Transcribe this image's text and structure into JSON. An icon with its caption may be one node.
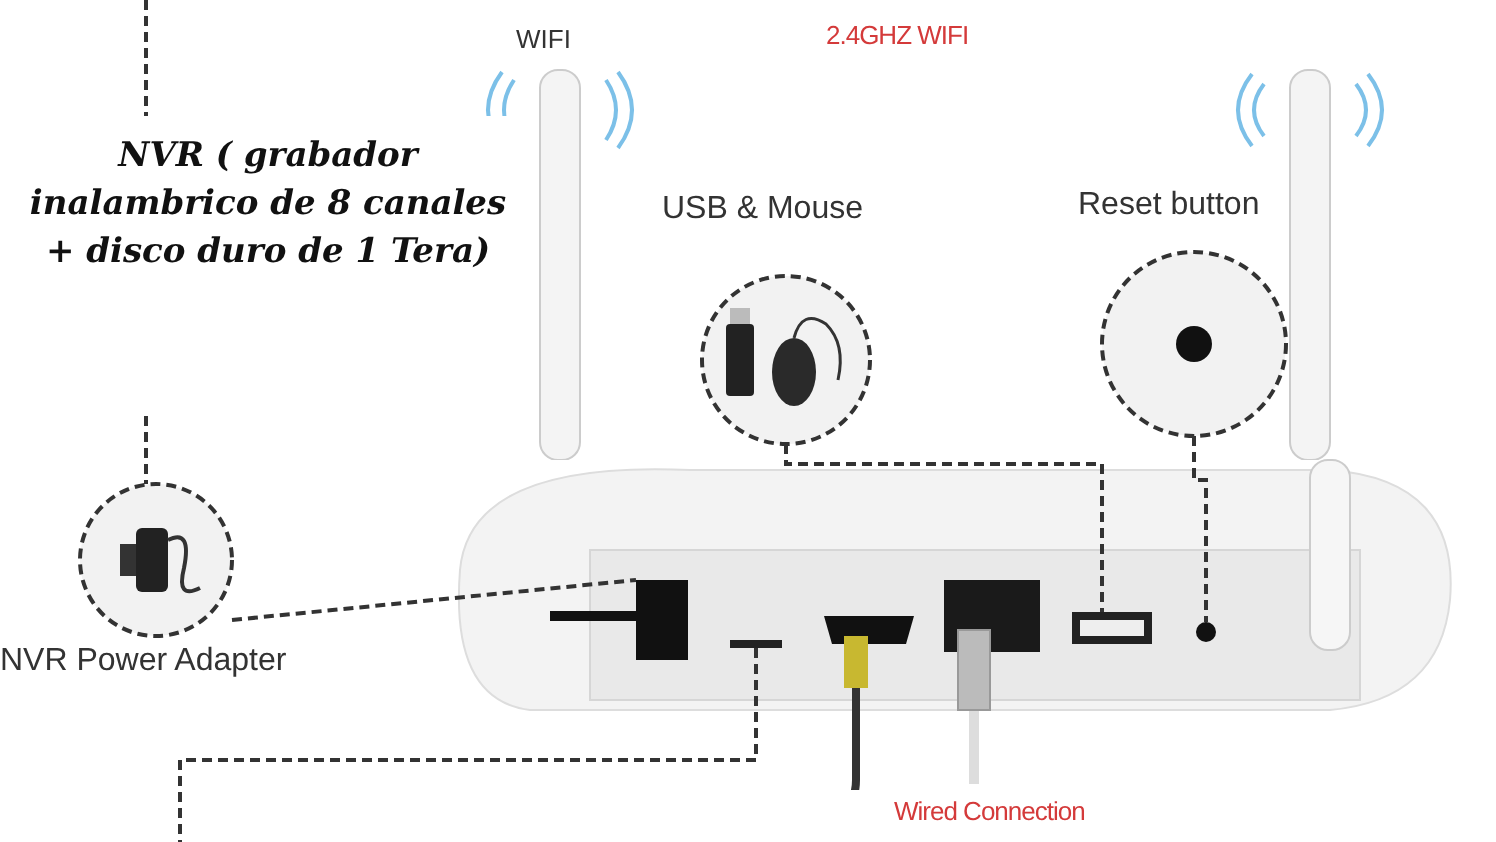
{
  "diagram": {
    "nodes": [
      {
        "text": [
          "NVR ( grabador inalambrico de 8 canales + disco duro de 1 Tera)"
        ]
      },
      {
        "text": [
          "NVR Power Adapter"
        ]
      },
      {
        "text": [
          "USB & Mouse"
        ]
      },
      {
        "text": [
          "Reset button"
        ]
      },
      {
        "text": [],
        "shape": "picture"
      },
      {
        "text": [],
        "shape": "box",
        "in": 4
      },
      {
        "text": [],
        "shape": "box",
        "in": 4
      },
      {
        "text": [],
        "shape": "circle",
        "in": 4
      },
      {
        "text": [],
        "shape": "box",
        "in": 4
      }
    ],
    "edges": [
      {
        "from": null,
        "to": 1,
        "arrow": "none",
        "style": "dashed"
      },
      {
        "from": 1,
        "to": 5,
        "arrow": "none",
        "style": "dashed"
      },
      {
        "from": 2,
        "to": 6,
        "arrow": "none",
        "style": "dashed"
      },
      {
        "from": 3,
        "to": 7,
        "arrow": "none",
        "style": "dashed"
      },
      {
        "from": 8,
        "to": null,
        "arrow": "none",
        "style": "dashed"
      }
    ],
    "labels": [
      "WIFI",
      "2.4GHZ WIFI",
      "Wired Connection"
    ]
  }
}
